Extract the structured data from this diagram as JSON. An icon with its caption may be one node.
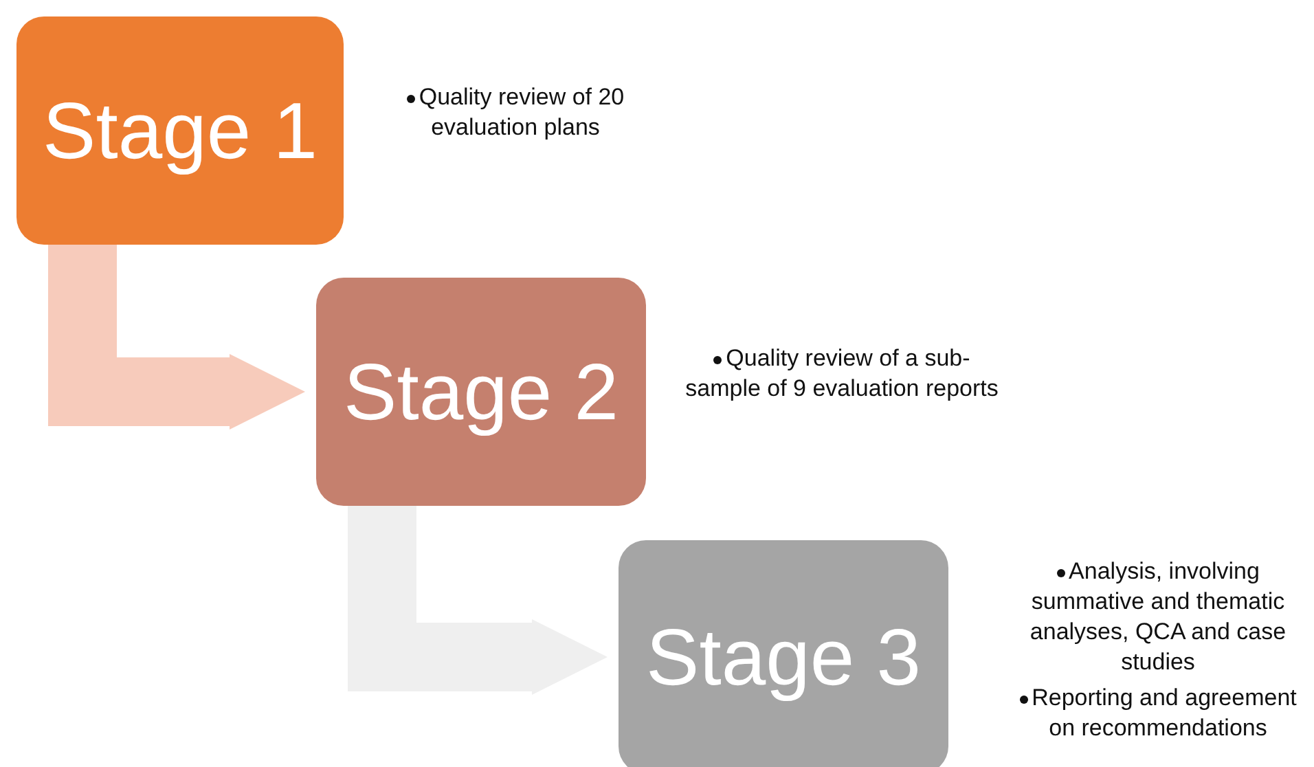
{
  "diagram": {
    "nodes": [
      {
        "text": [
          "Stage 1"
        ],
        "beside": [
          "Quality review of 20 evaluation plans"
        ]
      },
      {
        "text": [
          "Stage 2"
        ],
        "beside": [
          "Quality review of a sub-sample of 9 evaluation reports"
        ]
      },
      {
        "text": [
          "Stage 3"
        ],
        "beside": [
          "Analysis, involving summative and thematic analyses, QCA and case studies",
          "Reporting and agreement on recommendations"
        ]
      }
    ],
    "edges": [
      {
        "from": 0,
        "to": 1,
        "arrow": "to",
        "color": "#f7cbbb"
      },
      {
        "from": 1,
        "to": 2,
        "arrow": "to",
        "color": "#efefef"
      }
    ]
  }
}
